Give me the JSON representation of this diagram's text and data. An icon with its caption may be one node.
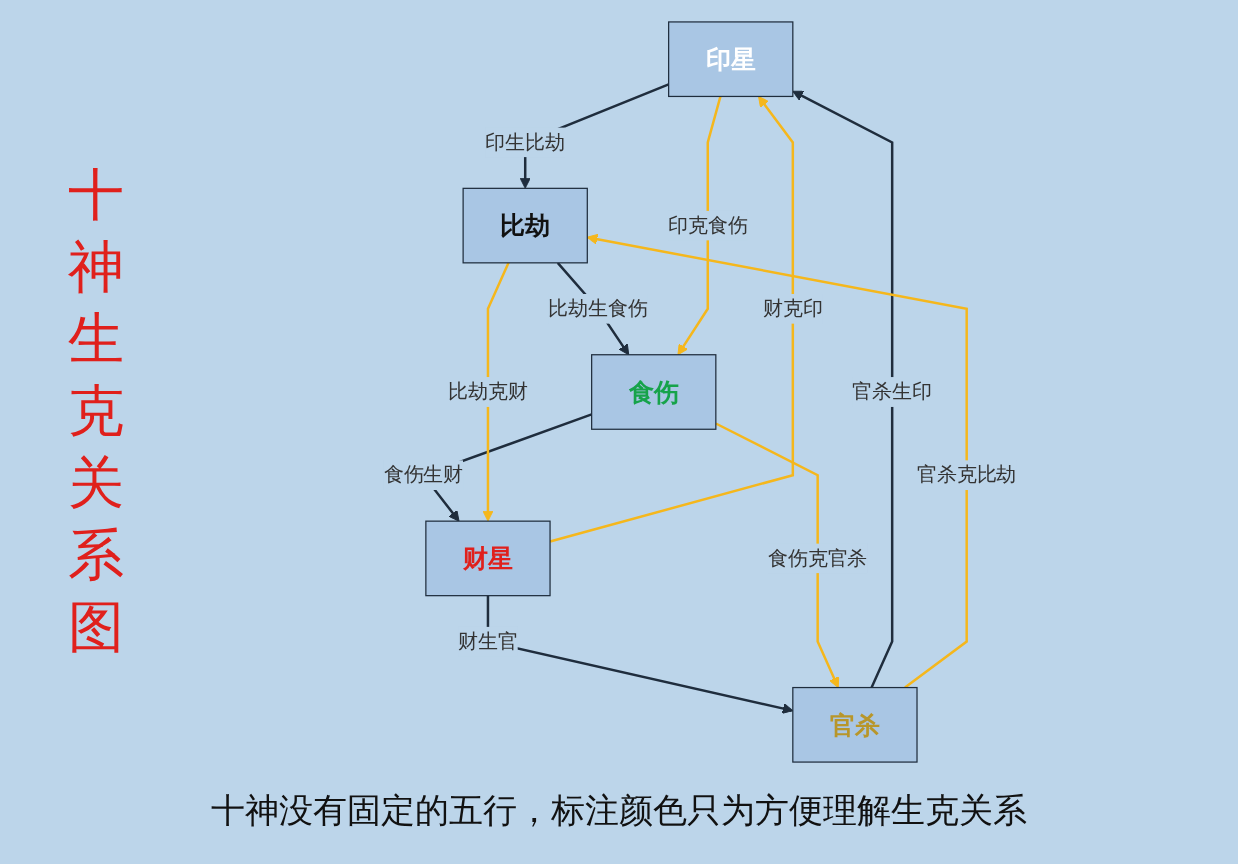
{
  "diagram": {
    "title": "十神生克关系图",
    "caption": "十神没有固定的五行，标注颜色只为方便理解生克关系",
    "nodes": [
      {
        "text": [
          "印星"
        ]
      },
      {
        "text": [
          "比劫"
        ]
      },
      {
        "text": [
          "食伤"
        ]
      },
      {
        "text": [
          "财星"
        ]
      },
      {
        "text": [
          "官杀"
        ]
      }
    ],
    "edges": [
      {
        "from": 4,
        "to": 0,
        "arrow": "to",
        "label": "官杀生印"
      },
      {
        "from": 0,
        "to": 1,
        "arrow": "to",
        "label": "印生比劫"
      },
      {
        "from": 1,
        "to": 2,
        "arrow": "to",
        "label": "比劫生食伤"
      },
      {
        "from": 2,
        "to": 3,
        "arrow": "to",
        "label": "食伤生财"
      },
      {
        "from": 3,
        "to": 4,
        "arrow": "to",
        "label": "财生官"
      },
      {
        "from": 0,
        "to": 2,
        "arrow": "to",
        "label": "印克食伤",
        "color": "#f5b71c"
      },
      {
        "from": 4,
        "to": 1,
        "arrow": "to",
        "label": "官杀克比劫",
        "color": "#f5b71c"
      },
      {
        "from": 1,
        "to": 3,
        "arrow": "to",
        "label": "比劫克财",
        "color": "#f5b71c"
      },
      {
        "from": 2,
        "to": 4,
        "arrow": "to",
        "label": "食伤克官杀",
        "color": "#f5b71c"
      },
      {
        "from": 3,
        "to": 0,
        "arrow": "to",
        "label": "财克印",
        "color": "#f5b71c"
      }
    ]
  }
}
